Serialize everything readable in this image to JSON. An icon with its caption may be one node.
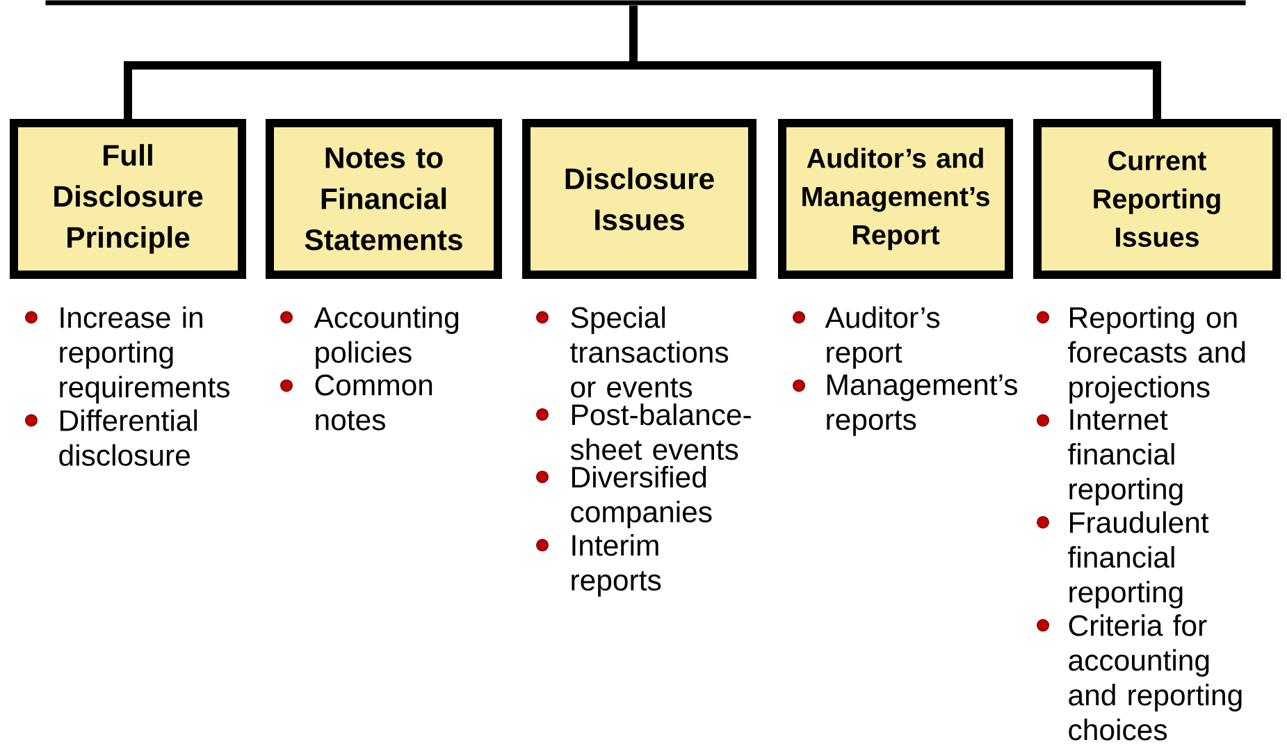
{
  "diagram": {
    "nodes": [
      {
        "text": [],
        "shape": "bar"
      },
      {
        "text": [
          "Full Disclosure Principle"
        ],
        "beside": [
          "Increase in reporting requirements",
          "Differential disclosure"
        ]
      },
      {
        "text": [
          "Notes to Financial Statements"
        ],
        "beside": [
          "Accounting policies",
          "Common notes"
        ]
      },
      {
        "text": [
          "Disclosure Issues"
        ],
        "beside": [
          "Special transactions or events",
          "Post-balance-sheet events",
          "Diversified companies",
          "Interim reports"
        ]
      },
      {
        "text": [
          "Auditor’s and Management’s Report"
        ],
        "beside": [
          "Auditor’s report",
          "Management’s reports"
        ]
      },
      {
        "text": [
          "Current Reporting Issues"
        ],
        "beside": [
          "Reporting on forecasts and projections",
          "Internet financial reporting",
          "Fraudulent financial reporting",
          "Criteria for accounting and reporting choices"
        ]
      }
    ],
    "edges": [
      {
        "from": 0,
        "to": 1,
        "arrow": "none"
      },
      {
        "from": 0,
        "to": 5,
        "arrow": "none"
      }
    ]
  }
}
